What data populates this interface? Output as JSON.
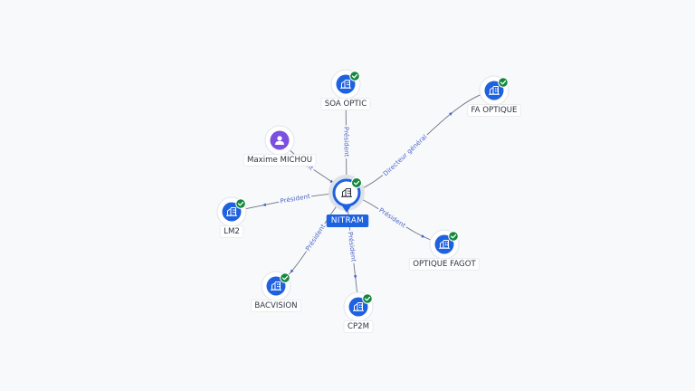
{
  "graph": {
    "center": {
      "id": "nitram",
      "label": "NITRAM",
      "kind": "company",
      "verified": true,
      "icon": "building-icon"
    },
    "nodes": [
      {
        "id": "soa-optic",
        "label": "SOA OPTIC",
        "kind": "company",
        "verified": true,
        "icon": "building-icon"
      },
      {
        "id": "fa-optique",
        "label": "FA OPTIQUE",
        "kind": "company",
        "verified": true,
        "icon": "building-icon"
      },
      {
        "id": "maxime-michou",
        "label": "Maxime MICHOU",
        "kind": "person",
        "verified": false,
        "icon": "person-icon"
      },
      {
        "id": "lm2",
        "label": "LM2",
        "kind": "company",
        "verified": true,
        "icon": "building-icon"
      },
      {
        "id": "optique-fagot",
        "label": "OPTIQUE FAGOT",
        "kind": "company",
        "verified": true,
        "icon": "building-icon"
      },
      {
        "id": "bacvision",
        "label": "BACVISION",
        "kind": "company",
        "verified": true,
        "icon": "building-icon"
      },
      {
        "id": "cp2m",
        "label": "CP2M",
        "kind": "company",
        "verified": true,
        "icon": "building-icon"
      }
    ],
    "edges": [
      {
        "from": "nitram",
        "to": "soa-optic",
        "label": "Président"
      },
      {
        "from": "nitram",
        "to": "fa-optique",
        "label": "Directeur général"
      },
      {
        "from": "maxime-michou",
        "to": "nitram",
        "label": "rant"
      },
      {
        "from": "nitram",
        "to": "lm2",
        "label": "Président"
      },
      {
        "from": "nitram",
        "to": "optique-fagot",
        "label": "Président"
      },
      {
        "from": "nitram",
        "to": "bacvision",
        "label": "Président"
      },
      {
        "from": "nitram",
        "to": "cp2m",
        "label": "Président"
      }
    ]
  },
  "colors": {
    "company": "#1f62e0",
    "person": "#7b4fe0",
    "verified": "#14873e",
    "edge_label": "#4a63c7"
  }
}
